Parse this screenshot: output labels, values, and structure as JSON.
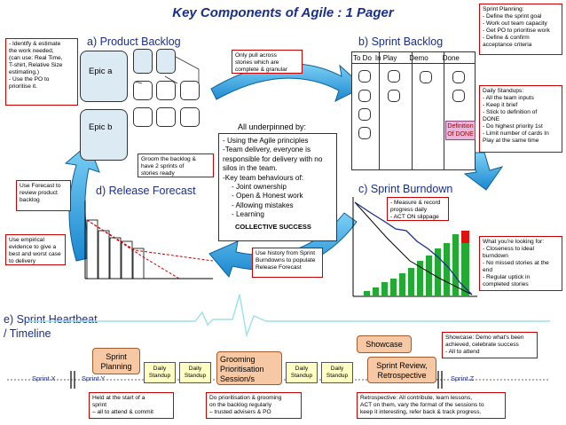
{
  "title": "Key Components of Agile : 1 Pager",
  "sections": {
    "product_backlog": "a) Product Backlog",
    "sprint_backlog": "b) Sprint Backlog",
    "sprint_burndown": "c) Sprint Burndown",
    "release_forecast": "d) Release Forecast",
    "heartbeat_line1": "e) Sprint Heartbeat",
    "heartbeat_line2": "/ Timeline"
  },
  "product_backlog": {
    "epic_a": "Epic a",
    "epic_b": "Epic b",
    "note_identify": [
      "- Identify & estimate",
      "the work needed,",
      "(can use: Real Time,",
      "T-shirt, Relative Size",
      "estimating.)",
      "- Use the PO to",
      "prioritise it."
    ],
    "note_groom": [
      "Groom the backlog &",
      "have 2 sprints of",
      "stories ready"
    ]
  },
  "pull_note": [
    "Only pull across",
    "stories which are",
    "complete & granular"
  ],
  "sprint_backlog": {
    "columns": [
      "To Do",
      "In Play",
      "Demo",
      "Done"
    ],
    "dod": [
      "Definition",
      "Of DONE"
    ],
    "note_planning": [
      "Sprint Planning:",
      "- Define the sprint goal",
      "- Work out team capacity",
      "- Get PO to prioritise work",
      "- Define & confirm",
      "acceptance criteria"
    ],
    "note_standups": [
      "Daily Standups:",
      "- All the team inputs",
      "- Keep it brief",
      "- Stick to definition of",
      "DONE",
      "- Do highest priority 1st",
      "- Limit number of cards In",
      "Play at the same time"
    ]
  },
  "center": {
    "heading": "All underpinned by:",
    "lines": [
      "- Using the Agile principles",
      "-Team delivery, everyone is",
      "responsible for delivery with no",
      "silos in the team.",
      "-Key team behaviours of:",
      "    - Joint ownership",
      "    - Open & Honest work",
      "    - Allowing mistakes",
      "    - Learning"
    ],
    "footer": "COLLECTIVE SUCCESS"
  },
  "release_forecast": {
    "note_forecast": [
      "Use Forecast to",
      "review product",
      "backlog"
    ],
    "note_empirical": [
      "Use empirical",
      "evidence to give a",
      "best and worst case",
      "to delivery"
    ],
    "note_history": [
      "Use history from Sprint",
      "Burndowns to populate",
      "Release Forecast"
    ]
  },
  "sprint_burndown": {
    "note_measure": [
      "- Measure & record",
      "progress daily",
      "- ACT ON slippage"
    ],
    "note_looking": [
      "What you're looking for:",
      "- Closeness to ideal",
      "burndown",
      "- No missed stories at the",
      "end",
      "- Regular uptick in",
      "completed stories"
    ]
  },
  "timeline": {
    "sprint_x": "Sprint X",
    "sprint_y": "Sprint Y",
    "sprint_z": "Sprint Z",
    "sprint_planning": [
      "Sprint",
      "Planning"
    ],
    "grooming": [
      "Grooming",
      "Prioritisation",
      "Session/s"
    ],
    "showcase": "Showcase",
    "review": [
      "Sprint Review,",
      "Retrospective"
    ],
    "standup": [
      "Daily",
      "Standup"
    ],
    "note_planning": [
      "Held at the start of a",
      "sprint",
      "– all to attend & commit"
    ],
    "note_grooming": [
      "Do prioritisation & grooming",
      "on the backlog regularly",
      "– trusted advisers & PO"
    ],
    "note_retro": [
      "Retrospective: All contribute, learn lessons,",
      "ACT on them, vary the format of the sessions to",
      "keep it interesting, refer back & track progress."
    ],
    "note_showcase": [
      "Showcase: Demo what's been",
      "achieved, celebrate success",
      "- All to attend"
    ]
  },
  "colors": {
    "title": "#1a2e8c",
    "arrow": "#2aa0e0",
    "note_border": "#cc0000",
    "bar": "#22aa33",
    "pill": "#f6c8a4"
  }
}
